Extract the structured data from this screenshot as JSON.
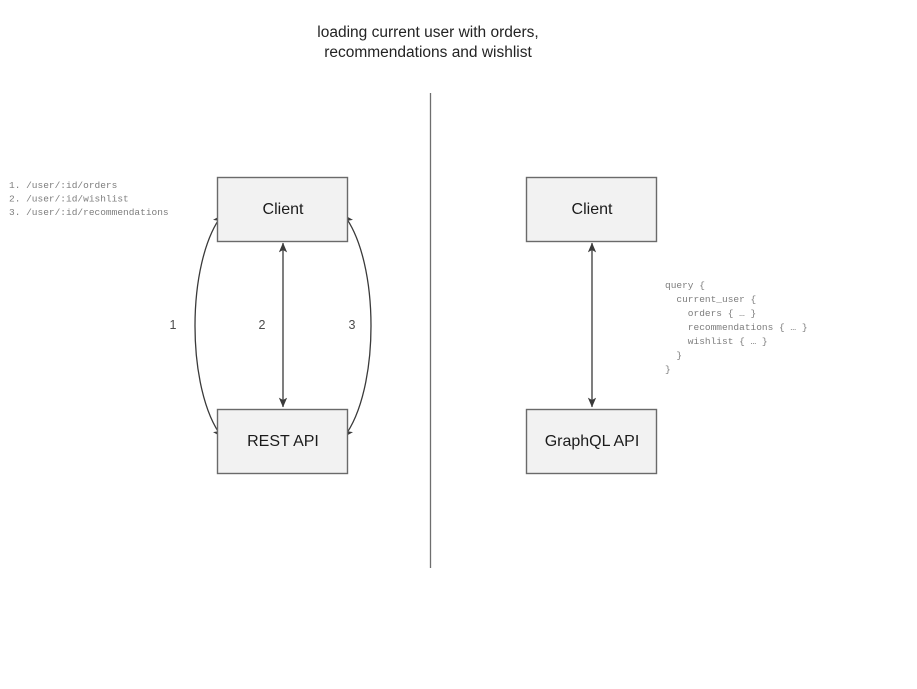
{
  "title": {
    "line1": "loading current user with orders,",
    "line2": "recommendations and wishlist"
  },
  "colors": {
    "box_fill": "#f2f2f2",
    "box_stroke": "#6a6a6a",
    "edge_stroke": "#3a3a3a",
    "divider": "#6e6e6e",
    "code_text": "#7d7d7d",
    "label_text": "#1b1b1b",
    "background": "#ffffff"
  },
  "rest_side": {
    "client_label": "Client",
    "api_label": "REST API",
    "edge_numbers": [
      "1",
      "2",
      "3"
    ],
    "endpoints": [
      "1. /user/:id/orders",
      "2. /user/:id/wishlist",
      "3. /user/:id/recommendations"
    ]
  },
  "graphql_side": {
    "client_label": "Client",
    "api_label": "GraphQL API",
    "query_lines": [
      "query {",
      "  current_user {",
      "    orders { … }",
      "    recommendations { … }",
      "    wishlist { … }",
      "  }",
      "}"
    ]
  }
}
